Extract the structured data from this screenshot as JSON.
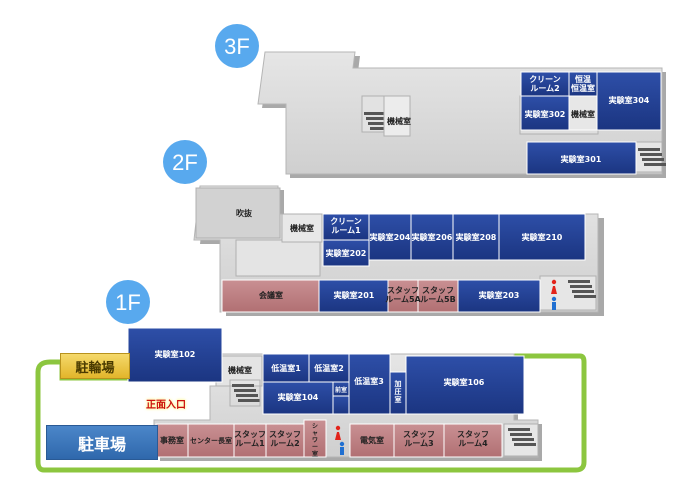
{
  "floors": {
    "3F": {
      "label": "3F",
      "rooms": {
        "clean2": {
          "label": "クリーンルーム2",
          "lines": [
            "クリーン",
            "ルーム2"
          ]
        },
        "const3": {
          "label": "恒温恒温室",
          "lines": [
            "恒温",
            "恒温室"
          ]
        },
        "lab304": {
          "label": "実験室304",
          "lines": [
            "実験室304"
          ]
        },
        "lab302": {
          "label": "実験室302",
          "lines": [
            "実験室302"
          ]
        },
        "machine3": {
          "label": "機械室",
          "lines": [
            "機械室"
          ]
        },
        "machine3b": {
          "label": "機械室",
          "lines": [
            "機械室"
          ]
        },
        "lab301": {
          "label": "実験室301",
          "lines": [
            "実験室301"
          ]
        }
      }
    },
    "2F": {
      "label": "2F",
      "rooms": {
        "atrium": {
          "label": "吹抜",
          "lines": [
            "吹抜"
          ]
        },
        "machine2": {
          "label": "機械室",
          "lines": [
            "機械室"
          ]
        },
        "clean1": {
          "label": "クリーンルーム1",
          "lines": [
            "クリーン",
            "ルーム1"
          ]
        },
        "lab204": {
          "label": "実験室204",
          "lines": [
            "実験室204"
          ]
        },
        "lab206": {
          "label": "実験室206",
          "lines": [
            "実験室206"
          ]
        },
        "lab208": {
          "label": "実験室208",
          "lines": [
            "実験室208"
          ]
        },
        "lab210": {
          "label": "実験室210",
          "lines": [
            "実験室210"
          ]
        },
        "lab202": {
          "label": "実験室202",
          "lines": [
            "実験室202"
          ]
        },
        "meeting": {
          "label": "会議室",
          "lines": [
            "会議室"
          ]
        },
        "lab201": {
          "label": "実験室201",
          "lines": [
            "実験室201"
          ]
        },
        "staff5a": {
          "label": "スタッフルーム5A",
          "lines": [
            "スタッフ",
            "ルーム5A"
          ]
        },
        "staff5b": {
          "label": "スタッフルーム5B",
          "lines": [
            "スタッフ",
            "ルーム5B"
          ]
        },
        "lab203": {
          "label": "実験室203",
          "lines": [
            "実験室203"
          ]
        }
      }
    },
    "1F": {
      "label": "1F",
      "rooms": {
        "lab102": {
          "label": "実験室102",
          "lines": [
            "実験室102"
          ]
        },
        "machine1": {
          "label": "機械室",
          "lines": [
            "機械室"
          ]
        },
        "low1": {
          "label": "低温室1",
          "lines": [
            "低温室1"
          ]
        },
        "low2": {
          "label": "低温室2",
          "lines": [
            "低温室2"
          ]
        },
        "low3": {
          "label": "低温室3",
          "lines": [
            "低温室3"
          ]
        },
        "lab104": {
          "label": "実験室104",
          "lines": [
            "実験室104"
          ]
        },
        "front": {
          "label": "前室",
          "lines": [
            "前室"
          ]
        },
        "pressure": {
          "label": "加圧室",
          "lines": [
            "加",
            "圧",
            "室"
          ]
        },
        "lab106": {
          "label": "実験室106",
          "lines": [
            "実験室106"
          ]
        },
        "office": {
          "label": "事務室",
          "lines": [
            "事務室"
          ]
        },
        "director": {
          "label": "センター長室",
          "lines": [
            "センター長室"
          ]
        },
        "staff1": {
          "label": "スタッフルーム1",
          "lines": [
            "スタッフ",
            "ルーム1"
          ]
        },
        "staff2": {
          "label": "スタッフルーム2",
          "lines": [
            "スタッフ",
            "ルーム2"
          ]
        },
        "shower": {
          "label": "シャワー室",
          "lines": [
            "シ",
            "ャ",
            "ワ",
            "ー",
            "室"
          ]
        },
        "electric": {
          "label": "電気室",
          "lines": [
            "電気室"
          ]
        },
        "staff3": {
          "label": "スタッフルーム3",
          "lines": [
            "スタッフ",
            "ルーム3"
          ]
        },
        "staff4": {
          "label": "スタッフルーム4",
          "lines": [
            "スタッフ",
            "ルーム4"
          ]
        }
      }
    }
  },
  "labels": {
    "bike_parking": "駐輪場",
    "car_parking": "駐車場",
    "main_entrance": "正面入口"
  },
  "icons": {
    "restroom": "restroom-icon",
    "stairs": "stairs-icon"
  },
  "colors": {
    "lab": "#1f3a8a",
    "staff": "#b9797b",
    "floor": "#d8d8d8",
    "floor_shadow": "#a9a9a9",
    "badge": "#58a9ee",
    "grounds_border": "#8cc63f",
    "toilet_female": "#e2231a",
    "toilet_male": "#1f6fd1"
  }
}
